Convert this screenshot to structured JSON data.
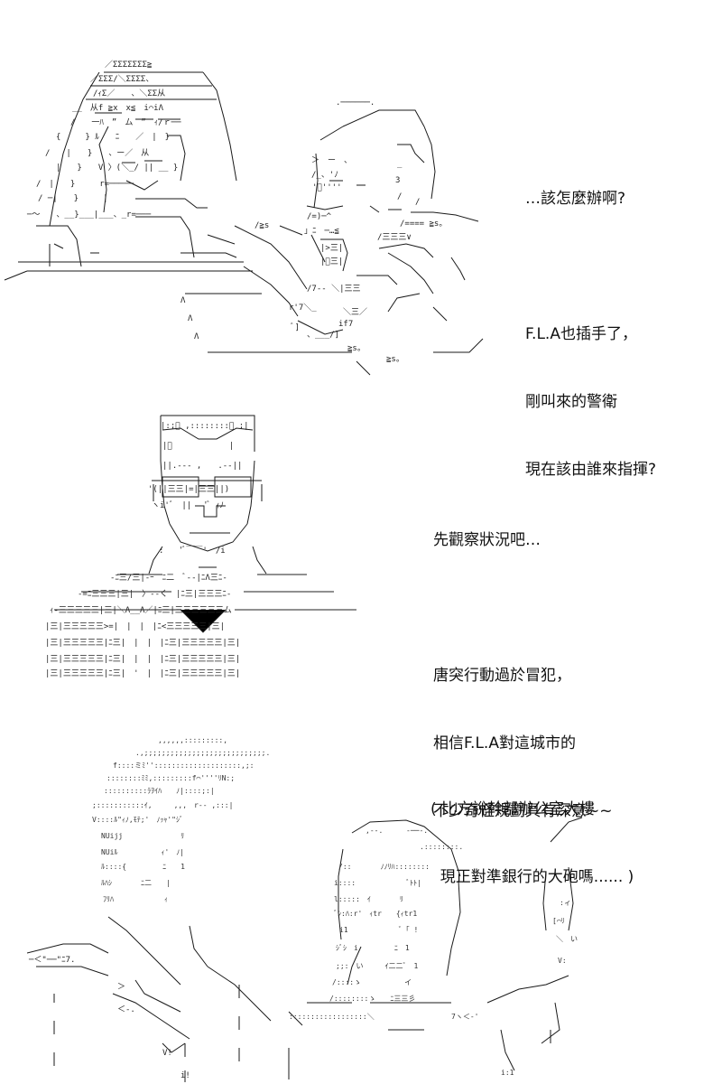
{
  "panels": [
    {
      "id": "panel-1",
      "caption_lines": [
        "…該怎麼辦啊?",
        "",
        "F.L.A也插手了，",
        "剛叫來的警衛",
        "現在該由誰來指揮?"
      ]
    },
    {
      "id": "panel-2",
      "caption_lines": [
        "先觀察狀況吧…",
        "",
        "唐突行動過於冒犯，",
        "相信F.L.A對這城市的",
        "不少奇怪規劃具有深意~~"
      ]
    },
    {
      "id": "panel-3",
      "caption_lines": [
        "( 比方說幹部辦公室大樓",
        "  現正對準銀行的大砲嗎...... )"
      ]
    }
  ],
  "art": {
    "panel1_text": [
      "≧s。",
      "≧s。",
      "≧s。",
      "if7"
    ],
    "panel3_text": [
      "NUijj",
      "ﾙﾊｼ",
      "ﾌﾘﾊ",
      "ｨtr1",
      "ｲtr",
      "V!"
    ]
  }
}
